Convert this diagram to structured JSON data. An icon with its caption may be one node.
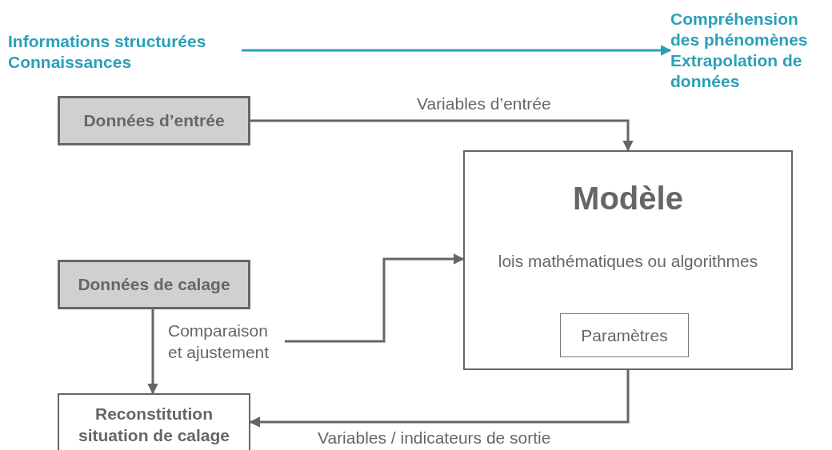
{
  "diagram": {
    "nodes": [
      {
        "text": [
          "Informations structurées Connaissances"
        ]
      },
      {
        "text": [
          "Compréhension des phénomènes Extrapolation de données"
        ]
      },
      {
        "text": [
          "Données d’entrée"
        ]
      },
      {
        "text": [
          "Modèle",
          "lois mathématiques ou algorithmes"
        ]
      },
      {
        "text": [
          "Paramètres"
        ],
        "in": 3
      },
      {
        "text": [
          "Données de calage"
        ]
      },
      {
        "text": [
          "Comparaison et ajustement"
        ]
      },
      {
        "text": [
          "Reconstitution situation de calage"
        ]
      }
    ],
    "edges": [
      {
        "from": 0,
        "to": 1,
        "arrow": "to",
        "color": "#2aa0b8"
      },
      {
        "from": 2,
        "to": 3,
        "arrow": "to",
        "label": "Variables d’entrée"
      },
      {
        "from": 6,
        "to": 3,
        "arrow": "to"
      },
      {
        "from": 5,
        "to": 7,
        "arrow": "to"
      },
      {
        "from": 3,
        "to": 7,
        "arrow": "to",
        "label": "Variables / indicateurs de sortie"
      }
    ]
  }
}
